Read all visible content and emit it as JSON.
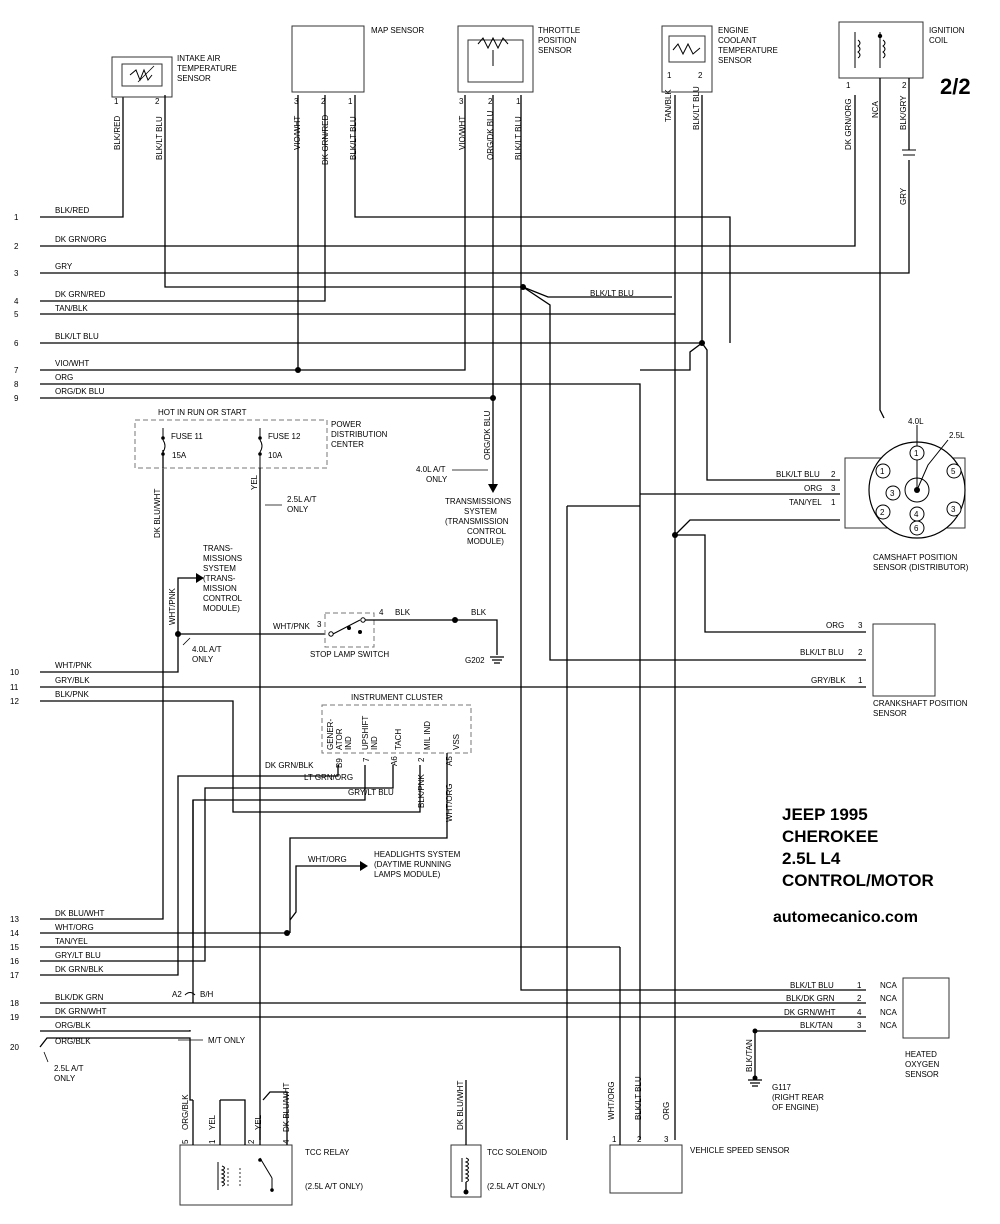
{
  "page_number": "2/2",
  "title_lines": [
    "JEEP 1995",
    "CHEROKEE",
    "2.5L  L4",
    "CONTROL/MOTOR"
  ],
  "website": "automecanico.com",
  "components": {
    "intake_air": [
      "INTAKE AIR",
      "TEMPERATURE",
      "SENSOR"
    ],
    "map": [
      "MAP SENSOR"
    ],
    "throttle": [
      "THROTTLE",
      "POSITION",
      "SENSOR"
    ],
    "coolant": [
      "ENGINE",
      "COOLANT",
      "TEMPERATURE",
      "SENSOR"
    ],
    "ignition": [
      "IGNITION",
      "COIL"
    ],
    "hot_in_run": "HOT IN RUN OR START",
    "fuse11": "FUSE 11",
    "fuse11_amp": "15A",
    "fuse12": "FUSE 12",
    "fuse12_amp": "10A",
    "pdc": [
      "POWER",
      "DISTRIBUTION",
      "CENTER"
    ],
    "trans_sys1": [
      "TRANSMISSIONS",
      "SYSTEM",
      "(TRANSMISSION",
      "CONTROL",
      "MODULE)"
    ],
    "trans_sys2": [
      "TRANS-",
      "MISSIONS",
      "SYSTEM",
      "(TRANS-",
      "MISSION",
      "CONTROL",
      "MODULE)"
    ],
    "camshaft": [
      "CAMSHAFT POSITION",
      "SENSOR  (DISTRIBUTOR)"
    ],
    "crankshaft": [
      "CRANKSHAFT POSITION",
      "SENSOR"
    ],
    "stop_lamp": "STOP LAMP SWITCH",
    "instrument_cluster": "INSTRUMENT CLUSTER",
    "cluster_items": [
      "GENER-",
      "ATOR",
      "IND",
      "UPSHIFT",
      "IND",
      "TACH",
      "MIL IND",
      "VSS"
    ],
    "headlights": [
      "HEADLIGHTS SYSTEM",
      "(DAYTIME RUNNING",
      "LAMPS MODULE)"
    ],
    "heated_o2": [
      "HEATED",
      "OXYGEN",
      "SENSOR"
    ],
    "tcc_relay": "TCC RELAY",
    "tcc_relay_note": "(2.5L A/T ONLY)",
    "tcc_solenoid": "TCC SOLENOID",
    "tcc_solenoid_note": "(2.5L A/T ONLY)",
    "vss": "VEHICLE SPEED SENSOR",
    "g202": "G202",
    "g117": [
      "G117",
      "(RIGHT REAR",
      "OF ENGINE)"
    ],
    "dist_40": "4.0L",
    "dist_25": "2.5L"
  },
  "notes": {
    "a_t_40_1": [
      "4.0L A/T",
      "ONLY"
    ],
    "a_t_25_1": [
      "2.5L A/T",
      "ONLY"
    ],
    "a_t_40_2": [
      "4.0L A/T",
      "ONLY"
    ],
    "a_t_25_2": [
      "2.5L A/T",
      "ONLY"
    ],
    "mt_only": "M/T ONLY",
    "a2": "A2",
    "bh": "B/H"
  },
  "terminals": [
    {
      "num": "1",
      "wire": "BLK/RED"
    },
    {
      "num": "2",
      "wire": "DK GRN/ORG"
    },
    {
      "num": "3",
      "wire": "GRY"
    },
    {
      "num": "4",
      "wire": "DK GRN/RED"
    },
    {
      "num": "5",
      "wire": "TAN/BLK"
    },
    {
      "num": "6",
      "wire": "BLK/LT BLU"
    },
    {
      "num": "7",
      "wire": "VIO/WHT"
    },
    {
      "num": "8",
      "wire": "ORG"
    },
    {
      "num": "9",
      "wire": "ORG/DK BLU"
    },
    {
      "num": "10",
      "wire": "WHT/PNK"
    },
    {
      "num": "11",
      "wire": "GRY/BLK"
    },
    {
      "num": "12",
      "wire": "BLK/PNK"
    },
    {
      "num": "13",
      "wire": "DK BLU/WHT"
    },
    {
      "num": "14",
      "wire": "WHT/ORG"
    },
    {
      "num": "15",
      "wire": "TAN/YEL"
    },
    {
      "num": "16",
      "wire": "GRY/LT BLU"
    },
    {
      "num": "17",
      "wire": "DK GRN/BLK"
    },
    {
      "num": "18",
      "wire": "BLK/DK GRN"
    },
    {
      "num": "19",
      "wire": "DK GRN/WHT"
    },
    {
      "num": "20",
      "wire": "ORG/BLK"
    },
    {
      "num": "",
      "wire": "ORG/BLK"
    }
  ],
  "vertical_wires": {
    "iat": [
      {
        "pin": "1",
        "wire": "BLK/RED"
      },
      {
        "pin": "2",
        "wire": "BLK/LT BLU"
      }
    ],
    "map": [
      {
        "pin": "3",
        "wire": "VIO/WHT"
      },
      {
        "pin": "2",
        "wire": "DK GRN/RED"
      },
      {
        "pin": "1",
        "wire": "BLK/LT BLU"
      }
    ],
    "tps": [
      {
        "pin": "3",
        "wire": "VIO/WHT"
      },
      {
        "pin": "2",
        "wire": "ORG/DK BLU"
      },
      {
        "pin": "1",
        "wire": "BLK/LT BLU"
      }
    ],
    "ect": [
      {
        "pin": "1",
        "wire": "TAN/BLK"
      },
      {
        "pin": "2",
        "wire": "BLK/LT BLU"
      }
    ],
    "coil": [
      {
        "pin": "1",
        "wire": "DK GRN/ORG"
      },
      {
        "pin": "",
        "wire": "NCA"
      },
      {
        "pin": "2",
        "wire": "BLK/GRY"
      }
    ],
    "coil_gry": "GRY"
  },
  "mid_labels": {
    "blk_lt_blu": "BLK/LT BLU",
    "org_dk_blu": "ORG/DK BLU",
    "dk_blu_wht": "DK BLU/WHT",
    "yel": "YEL",
    "wht_pnk": "WHT/PNK",
    "wht_pnk_h": "WHT/PNK",
    "blk1": "BLK",
    "blk2": "BLK",
    "dk_grn_blk": "DK GRN/BLK",
    "lt_grn_org": "LT GRN/ORG",
    "gry_lt_blu": "GRY/LT BLU",
    "blk_pnk": "BLK/PNK",
    "wht_org_v": "WHT/ORG",
    "wht_org_h": "WHT/ORG",
    "blk_tan_v": "BLK/TAN",
    "wht_org_vss": "WHT/ORG",
    "blk_lt_blu_vss": "BLK/LT BLU",
    "org_vss": "ORG",
    "org_blk_relay": "ORG/BLK",
    "yel_relay1": "YEL",
    "yel_relay2": "YEL",
    "dk_blu_wht_relay": "DK BLU/WHT",
    "dk_blu_wht_sol": "DK BLU/WHT"
  },
  "cluster_pins": [
    "B9",
    "7",
    "A6",
    "2",
    "A5"
  ],
  "cam_pins": [
    {
      "wire": "BLK/LT BLU",
      "pin": "2"
    },
    {
      "wire": "ORG",
      "pin": "3"
    },
    {
      "wire": "TAN/YEL",
      "pin": "1"
    }
  ],
  "crank_pins": [
    {
      "wire": "ORG",
      "pin": "3"
    },
    {
      "wire": "BLK/LT BLU",
      "pin": "2"
    },
    {
      "wire": "GRY/BLK",
      "pin": "1"
    }
  ],
  "o2_pins": [
    {
      "wire": "BLK/LT BLU",
      "pin": "1",
      "nca": "NCA"
    },
    {
      "wire": "BLK/DK GRN",
      "pin": "2",
      "nca": "NCA"
    },
    {
      "wire": "DK GRN/WHT",
      "pin": "4",
      "nca": "NCA"
    },
    {
      "wire": "BLK/TAN",
      "pin": "3",
      "nca": "NCA"
    }
  ],
  "relay_pins": [
    "5",
    "1",
    "2",
    "4"
  ],
  "vss_pins": [
    "1",
    "2",
    "3"
  ],
  "stop_pins": [
    "3",
    "4"
  ],
  "dist_numbers": [
    "1",
    "5",
    "3",
    "6",
    "4",
    "2",
    "1",
    "3"
  ]
}
